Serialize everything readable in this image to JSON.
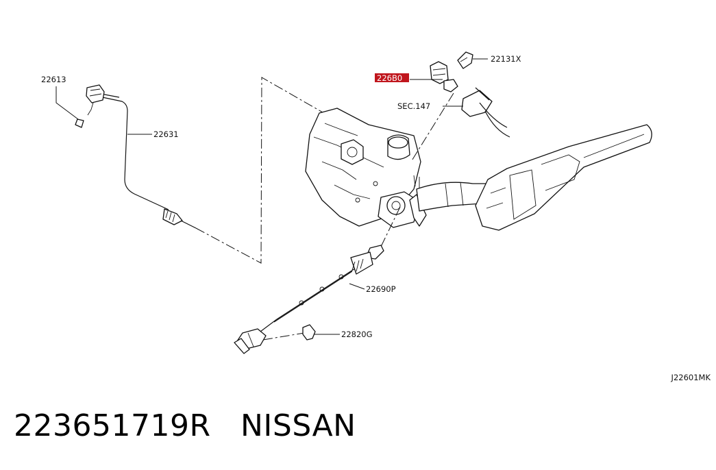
{
  "diagram": {
    "callouts": {
      "p22613": "22613",
      "p22631": "22631",
      "p22131x": "22131X",
      "p226b": "226B0",
      "sec147": "SEC.147",
      "p22690p": "22690P",
      "p22820g": "22820G"
    },
    "highlight_color": "#c0161d",
    "code": "J22601MK"
  },
  "caption": {
    "part_number": "223651719R",
    "brand": "NISSAN"
  }
}
